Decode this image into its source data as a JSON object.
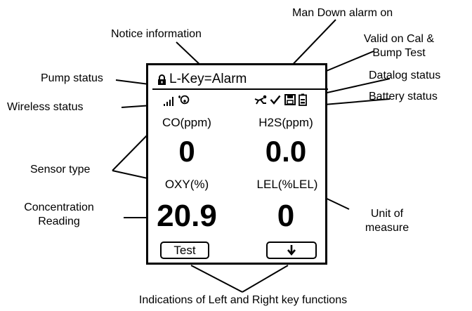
{
  "callouts": {
    "notice_information": "Notice information",
    "man_down_alarm": "Man Down alarm on",
    "valid_cal_bump_line1": "Valid on Cal &",
    "valid_cal_bump_line2": "Bump Test",
    "pump_status": "Pump status",
    "datalog_status": "Datalog status",
    "wireless_status": "Wireless status",
    "battery_status": "Battery status",
    "sensor_type": "Sensor type",
    "concentration_line1": "Concentration",
    "concentration_line2": "Reading",
    "unit_line1": "Unit of",
    "unit_line2": "measure",
    "key_functions": "Indications of Left and Right key functions"
  },
  "screen": {
    "notice": "L-Key=Alarm",
    "sensors": [
      {
        "name": "CO(ppm)",
        "reading": "0"
      },
      {
        "name": "H2S(ppm)",
        "reading": "0.0"
      },
      {
        "name": "OXY(%)",
        "reading": "20.9"
      },
      {
        "name": "LEL(%LEL)",
        "reading": "0"
      }
    ],
    "left_key": "Test",
    "right_key": "↓"
  },
  "icons": [
    "lock-icon",
    "signal-bars-icon",
    "pump-icon",
    "man-down-icon",
    "checkmark-icon",
    "datalog-icon",
    "battery-icon",
    "down-arrow-icon"
  ]
}
